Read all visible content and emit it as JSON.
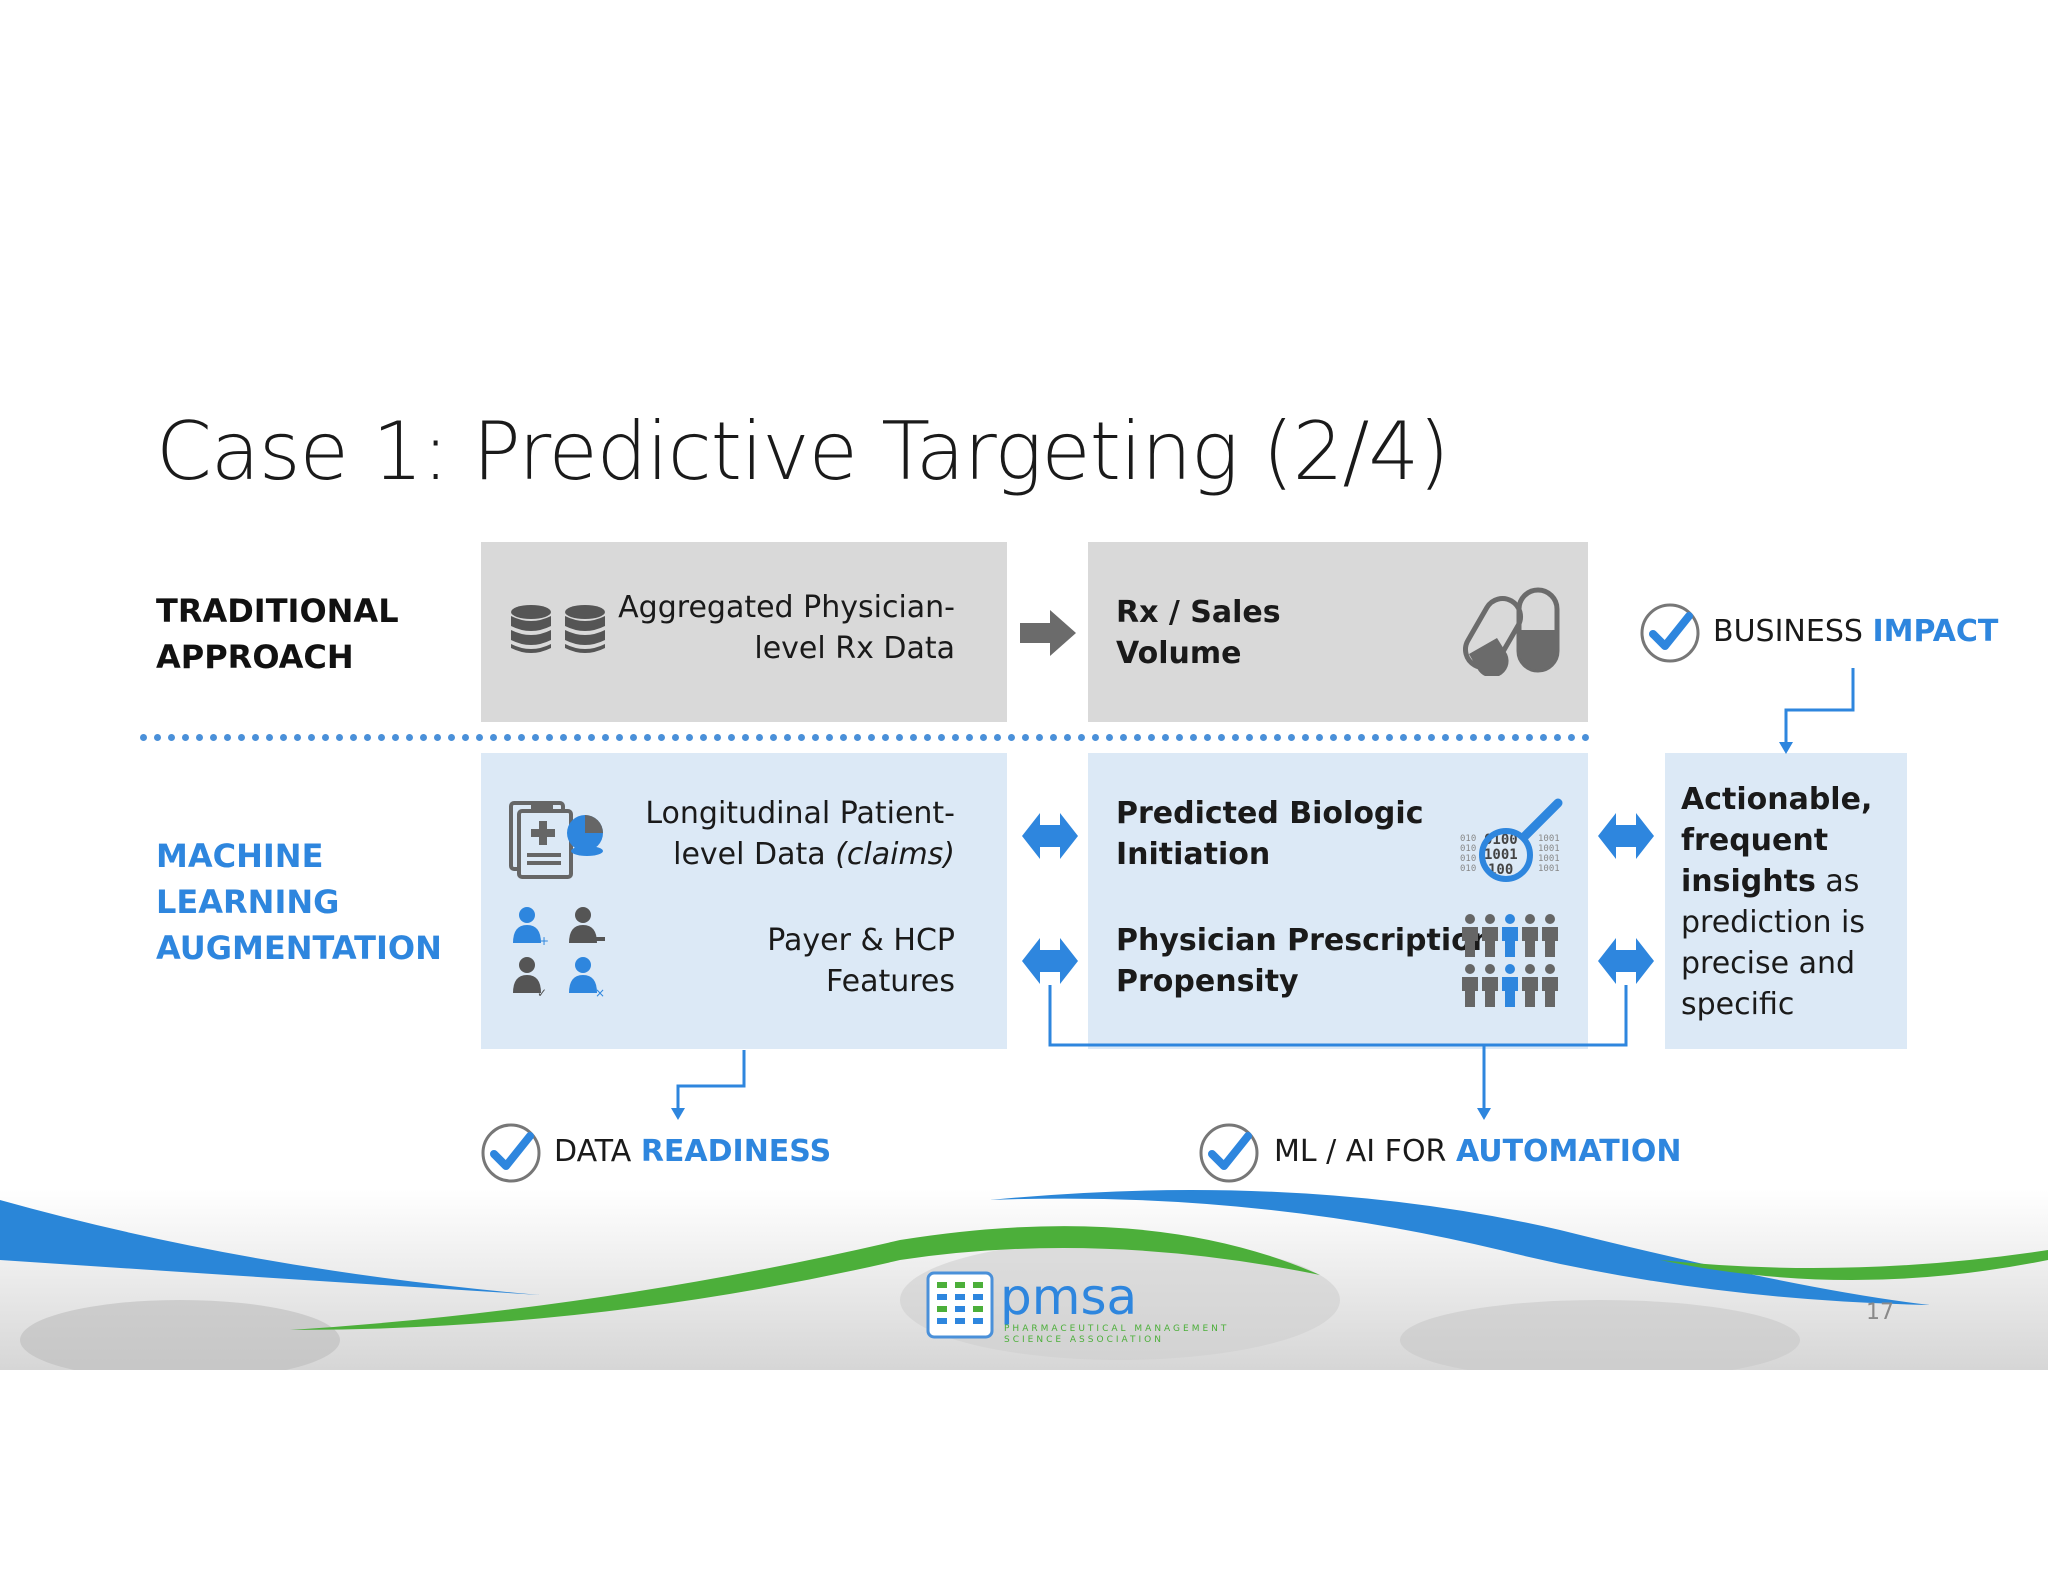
{
  "slide": {
    "title": "Case 1: Predictive Targeting (2/4)",
    "page_number": "17"
  },
  "traditional": {
    "label_line1": "TRADITIONAL",
    "label_line2": "APPROACH",
    "box1_line1": "Aggregated Physician-",
    "box1_line2": "level Rx Data",
    "box2_line1": "Rx / Sales",
    "box2_line2": "Volume"
  },
  "ml": {
    "label_line1": "MACHINE",
    "label_line2": "LEARNING",
    "label_line3": "AUGMENTATION",
    "data1_line1": "Longitudinal Patient-",
    "data1_line2_prefix": "level Data ",
    "data1_line2_italic": "(claims)",
    "data2_line1": "Payer & HCP",
    "data2_line2": "Features",
    "pred1_line1": "Predicted Biologic",
    "pred1_line2": "Initiation",
    "pred2_line1": "Physician Prescription",
    "pred2_line2": "Propensity",
    "insight_bold1": "Actionable,",
    "insight_bold2": "frequent",
    "insight_bold3": "insights",
    "insight_rest3": " as",
    "insight_line4": "prediction is",
    "insight_line5": "precise and",
    "insight_line6": "specific"
  },
  "callouts": {
    "business_prefix": "BUSINESS ",
    "business_accent": "IMPACT",
    "data_prefix": "DATA ",
    "data_accent": "READINESS",
    "mlai_prefix": "ML / AI FOR ",
    "mlai_accent": "AUTOMATION"
  },
  "binary_text": {
    "row1": "0100",
    "row2": "1001",
    "row3": "100"
  },
  "logo": {
    "name": "pmsa",
    "tagline_line1": "PHARMACEUTICAL MANAGEMENT",
    "tagline_line2": "SCIENCE ASSOCIATION"
  },
  "colors": {
    "accent_blue": "#2e86de",
    "wave_blue": "#2a86d8",
    "wave_green": "#4caf3a",
    "gray_box": "#d9d9d9",
    "blue_box": "#dce9f6"
  }
}
